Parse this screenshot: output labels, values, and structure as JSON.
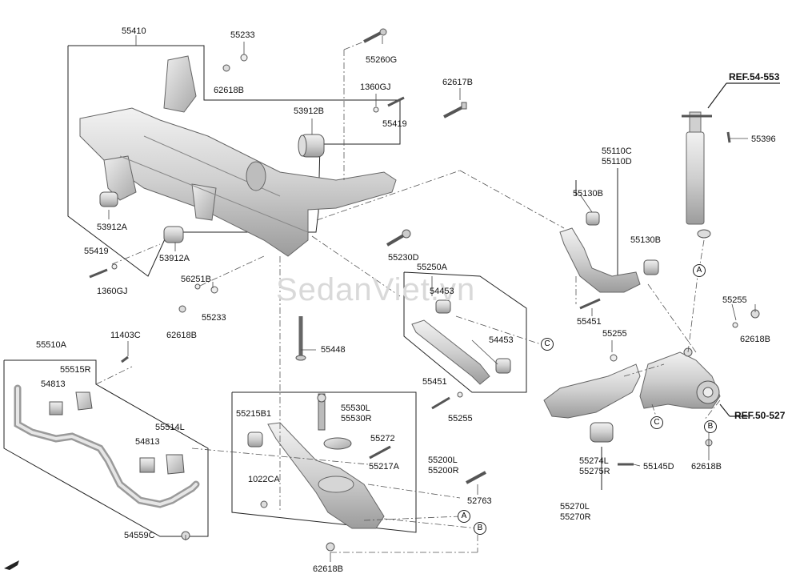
{
  "watermark": "SedanViet.vn",
  "parts": {
    "p55410": "55410",
    "p55233a": "55233",
    "p62618Ba": "62618B",
    "p55260G": "55260G",
    "p1360GJa": "1360GJ",
    "p55419a": "55419",
    "p62617B": "62617B",
    "p53912B": "53912B",
    "p53912Aa": "53912A",
    "p53912Ab": "53912A",
    "p55419b": "55419",
    "p1360GJb": "1360GJ",
    "p56251B": "56251B",
    "p55233b": "55233",
    "p62618Bb": "62618B",
    "p55230D": "55230D",
    "p55250A": "55250A",
    "p54453a": "54453",
    "p54453b": "54453",
    "p55448": "55448",
    "p11403C": "11403C",
    "p55510A": "55510A",
    "p55515R": "55515R",
    "p54813a": "54813",
    "p55514L": "55514L",
    "p54813b": "54813",
    "p54559C": "54559C",
    "p55451a": "55451",
    "p55255a": "55255",
    "p55215B1": "55215B1",
    "p55530L": "55530L",
    "p55530R": "55530R",
    "p55272": "55272",
    "p55217A": "55217A",
    "p55200L": "55200L",
    "p55200R": "55200R",
    "p1022CA": "1022CA",
    "p52763": "52763",
    "p62618Bc": "62618B",
    "p55110C": "55110C",
    "p55110D": "55110D",
    "p55130Ba": "55130B",
    "p55130Bb": "55130B",
    "p55451b": "55451",
    "p55255b": "55255",
    "p55255c": "55255",
    "p62618Bd": "62618B",
    "p55274L": "55274L",
    "p55275R": "55275R",
    "p55145D": "55145D",
    "p55270L": "55270L",
    "p55270R": "55270R",
    "p62618Be": "62618B",
    "p55396": "55396",
    "ref54": "REF.54-553",
    "ref50": "REF.50-527"
  },
  "callouts": {
    "A": "A",
    "B": "B",
    "C": "C"
  }
}
